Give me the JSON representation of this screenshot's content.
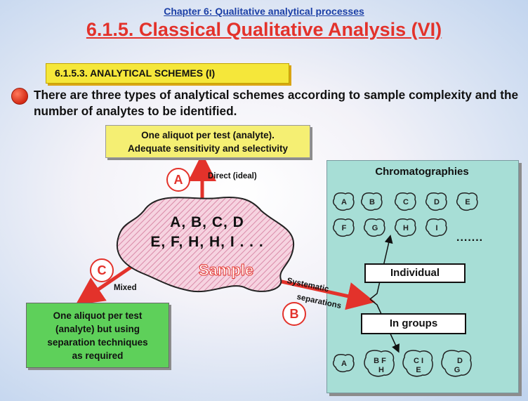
{
  "header": {
    "chapter": "Chapter 6: Qualitative analytical processes",
    "title": "6.1.5. Classical Qualitative Analysis (VI)",
    "subtitle": "6.1.5.3. ANALYTICAL SCHEMES (I)"
  },
  "intro": "There are three types of analytical schemes according to sample complexity and the number of analytes to be identified.",
  "sample": {
    "line1": "A, B, C, D",
    "line2": "E, F, H, H, I . . .",
    "label": "Sample"
  },
  "schemes": {
    "a": {
      "letter": "A",
      "route": "Direct (ideal)",
      "box_line1": "One aliquot per test (analyte).",
      "box_line2": "Adequate sensitivity and selectivity"
    },
    "b": {
      "letter": "B",
      "route_line1": "Systematic",
      "route_line2": "separations"
    },
    "c": {
      "letter": "C",
      "route": "Mixed",
      "box_line1": "One aliquot per test",
      "box_line2": "(analyte) but using",
      "box_line3": "separation techniques",
      "box_line4": "as required"
    }
  },
  "panel": {
    "title": "Chromatographies",
    "individual": "Individual",
    "groups": "In groups",
    "top_row1": [
      "A",
      "B",
      "C",
      "D",
      "E"
    ],
    "top_row2": [
      "F",
      "G",
      "H",
      "I"
    ],
    "ellipsis": ".......",
    "bottom_groups": [
      {
        "l1": "A",
        "l2": ""
      },
      {
        "l1": "B F",
        "l2": "H"
      },
      {
        "l1": "C I",
        "l2": "E"
      },
      {
        "l1": "D",
        "l2": "G"
      }
    ]
  },
  "colors": {
    "accent_red": "#e3322b",
    "chapter_blue": "#1b3fa6",
    "subtitle_yellow": "#f5e73a",
    "box_yellow": "#f5ef73",
    "box_green": "#5ed05a",
    "panel_teal": "#a7ded6"
  }
}
